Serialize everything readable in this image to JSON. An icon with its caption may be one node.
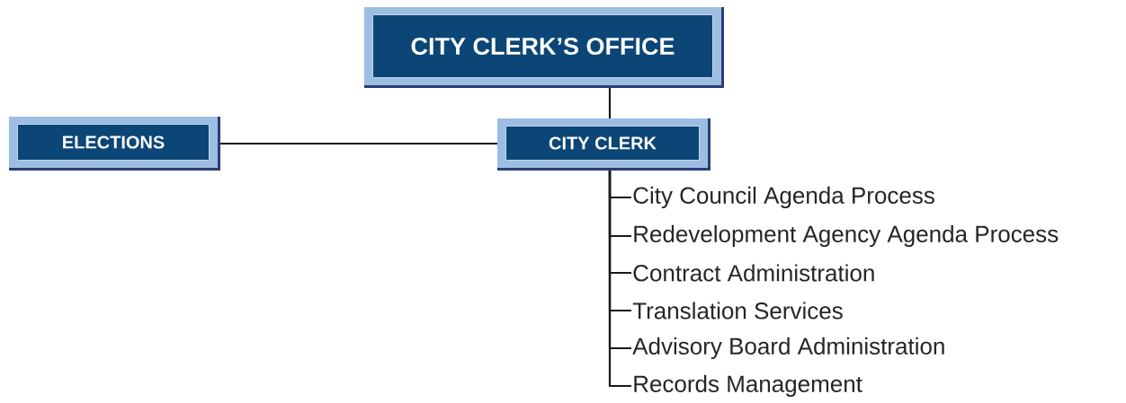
{
  "diagram": {
    "nodes": [
      {
        "text": [
          "CITY CLERK’S OFFICE"
        ]
      },
      {
        "text": [
          "ELECTIONS"
        ]
      },
      {
        "text": [
          "CITY CLERK"
        ]
      },
      {
        "text": [
          "City Council Agenda Process"
        ]
      },
      {
        "text": [
          "Redevelopment Agency Agenda Process"
        ]
      },
      {
        "text": [
          "Contract Administration"
        ]
      },
      {
        "text": [
          "Translation Services"
        ]
      },
      {
        "text": [
          "Advisory Board Administration"
        ]
      },
      {
        "text": [
          "Records Management"
        ]
      }
    ],
    "edges": [
      {
        "from": 0,
        "to": 2,
        "arrow": "none"
      },
      {
        "from": 1,
        "to": 2,
        "arrow": "none"
      },
      {
        "from": 2,
        "to": 3,
        "arrow": "none"
      },
      {
        "from": 2,
        "to": 4,
        "arrow": "none"
      },
      {
        "from": 2,
        "to": 5,
        "arrow": "none"
      },
      {
        "from": 2,
        "to": 6,
        "arrow": "none"
      },
      {
        "from": 2,
        "to": 7,
        "arrow": "none"
      },
      {
        "from": 2,
        "to": 8,
        "arrow": "none"
      }
    ]
  }
}
